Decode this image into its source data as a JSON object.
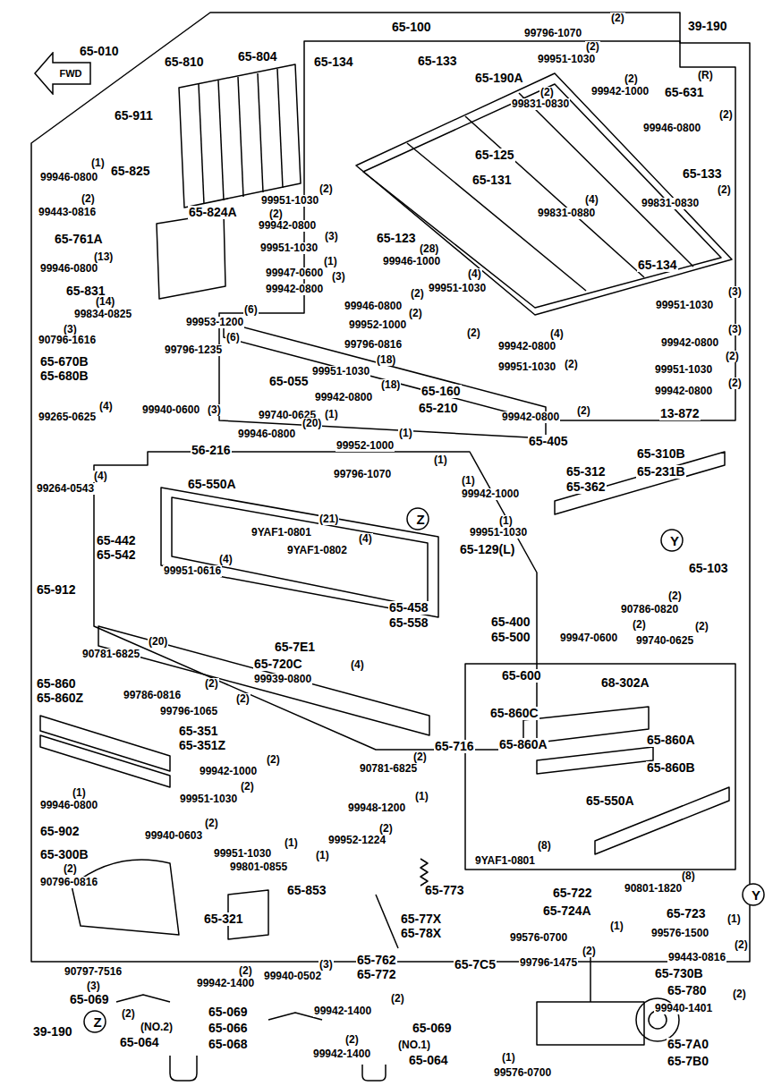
{
  "diagram": {
    "nodes": [
      {
        "text": [
          "FWD"
        ]
      },
      {
        "text": [
          "Z"
        ]
      },
      {
        "text": [
          "Y"
        ]
      },
      {
        "text": [
          "Y"
        ]
      },
      {
        "text": [
          "Z"
        ]
      }
    ],
    "labels": [
      "65-010",
      "65-100",
      "(2)",
      "99796-1070",
      "39-190",
      "(2)",
      "99951-1030",
      "(R)",
      "(2)",
      "99942-1000",
      "65-631",
      "65-810",
      "65-804",
      "65-134",
      "65-133",
      "65-190A",
      "(2)",
      "99831-0830",
      "65-911",
      "(2)",
      "99946-0800",
      "65-825",
      "(1)",
      "99946-0800",
      "65-125",
      "65-133",
      "65-131",
      "(2)",
      "99443-0816",
      "(2)",
      "99831-0830",
      "(4)",
      "99831-0880",
      "(2)",
      "99951-1030",
      "(2)",
      "99942-0800",
      "65-824A",
      "65-761A",
      "(3)",
      "99951-1030",
      "65-123",
      "(28)",
      "99946-1000",
      "(1)",
      "99947-0600",
      "(13)",
      "99946-0800",
      "65-134",
      "(4)",
      "99951-1030",
      "(3)",
      "99942-0800",
      "65-831",
      "(14)",
      "99834-0825",
      "(3)",
      "99951-1030",
      "(2)",
      "99946-0800",
      "(6)",
      "99953-1200",
      "(3)",
      "90796-1616",
      "(2)",
      "99952-1000",
      "(3)",
      "99942-0800",
      "(6)",
      "99796-1235",
      "(2)",
      "99796-0816",
      "(4)",
      "99942-0800",
      "65-670B",
      "65-680B",
      "(18)",
      "99951-1030",
      "(2)",
      "99951-1030",
      "(2)",
      "99951-1030",
      "65-055",
      "99942-0800",
      "(18)",
      "65-160",
      "65-210",
      "(4)",
      "99265-0625",
      "99940-0600",
      "(3)",
      "(1)",
      "99740-0625",
      "(2)",
      "99942-0800",
      "(2)",
      "99942-0800",
      "13-872",
      "65-405",
      "56-216",
      "(20)",
      "99946-0800",
      "(1)",
      "99952-1000",
      "(1)",
      "99796-1070",
      "65-310B",
      "(4)",
      "99264-0543",
      "65-550A",
      "65-312",
      "65-362",
      "65-231B",
      "(1)",
      "99942-1000",
      "(21)",
      "9YAF1-0801",
      "(4)",
      "9YAF1-0802",
      "65-442",
      "65-542",
      "(1)",
      "99951-1030",
      "65-129(L)",
      "65-103",
      "65-912",
      "(4)",
      "99951-0616",
      "65-458",
      "65-558",
      "(20)",
      "90781-6825",
      "65-7E1",
      "65-720C",
      "(2)",
      "90786-0820",
      "(2)",
      "99947-0600",
      "(2)",
      "99740-0625",
      "65-400",
      "65-500",
      "(4)",
      "99939-0800",
      "65-600",
      "68-302A",
      "65-860",
      "65-860Z",
      "(2)",
      "99786-0816",
      "(2)",
      "99796-1065",
      "65-860C",
      "65-860A",
      "65-860A",
      "65-860B",
      "65-351",
      "65-351Z",
      "65-716",
      "(2)",
      "99942-1000",
      "(2)",
      "99951-1030",
      "(2)",
      "90781-6825",
      "65-550A",
      "(1)",
      "99946-0800",
      "(1)",
      "99948-1200",
      "(2)",
      "99940-0603",
      "65-902",
      "65-300B",
      "(2)",
      "99952-1224",
      "(1)",
      "99951-1030",
      "(1)",
      "99801-0855",
      "(2)",
      "90796-0816",
      "(8)",
      "9YAF1-0801",
      "65-853",
      "65-773",
      "(8)",
      "90801-1820",
      "65-722",
      "65-321",
      "65-77X",
      "65-78X",
      "65-724A",
      "65-723",
      "(1)",
      "99576-1500",
      "(1)",
      "99576-0700",
      "(2)",
      "99443-0816",
      "(3)",
      "99940-0502",
      "65-762",
      "65-772",
      "65-7C5",
      "(2)",
      "99796-1475",
      "65-730B",
      "90797-7516",
      "(3)",
      "65-069",
      "(2)",
      "99942-1400",
      "(2)",
      "99942-1400",
      "65-069",
      "65-780",
      "(2)",
      "99940-1401",
      "65-069",
      "65-066",
      "65-068",
      "39-190",
      "(2)",
      "(NO.2)",
      "65-064",
      "(2)",
      "99942-1400",
      "(NO.1)",
      "65-064",
      "(1)",
      "99576-0700",
      "65-7A0",
      "65-7B0"
    ]
  }
}
